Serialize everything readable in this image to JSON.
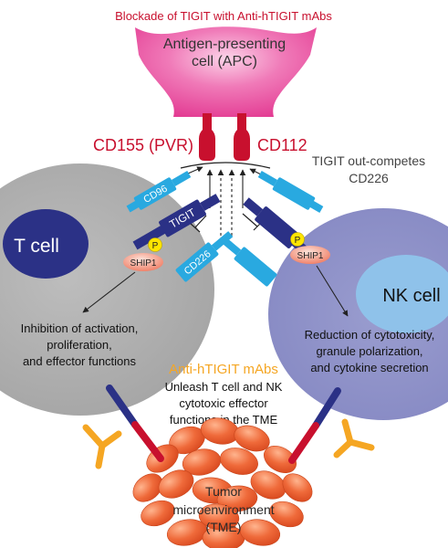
{
  "title": "Blockade of TIGIT with Anti-hTIGIT mAbs",
  "apc": {
    "line1": "Antigen-presenting",
    "line2": "cell (APC)"
  },
  "ligands": {
    "cd155": "CD155 (PVR)",
    "cd112": "CD112"
  },
  "receptors": {
    "cd96": "CD96",
    "tigit": "TIGIT",
    "cd226": "CD226"
  },
  "outcompete": {
    "line1": "TIGIT out-competes",
    "line2": "CD226"
  },
  "phospho": {
    "p": "P",
    "ship1": "SHIP1"
  },
  "tcell": {
    "label": "T cell",
    "effect": [
      "Inhibition of activation,",
      "proliferation,",
      "and effector functions"
    ]
  },
  "nkcell": {
    "label": "NK cell",
    "effect": [
      "Reduction of cytotoxicity,",
      "granule polarization,",
      "and cytokine secretion"
    ]
  },
  "antibody": {
    "title": "Anti-hTIGIT mAbs",
    "effect": [
      "Unleash T cell and NK",
      "cytotoxic effector",
      "functions in the TME"
    ]
  },
  "tme": {
    "line1": "Tumor",
    "line2": "microenvironment",
    "line3": "(TME)"
  },
  "colors": {
    "title_red": "#c8102e",
    "apc_magenta": "#e33a92",
    "ligand_red": "#c8102e",
    "tcell_gray": "#a7a7a7",
    "tcell_nucleus": "#2b3186",
    "nk_purple": "#8c8fc6",
    "nk_nucleus": "#8fc2ea",
    "cyan_receptor": "#29a9e0",
    "tigit_navy": "#2b3186",
    "antibody_orange": "#f5a623",
    "tumor_orange": "#ec6236",
    "ship1_red": "#f08a72",
    "p_yellow": "#ffe500"
  }
}
